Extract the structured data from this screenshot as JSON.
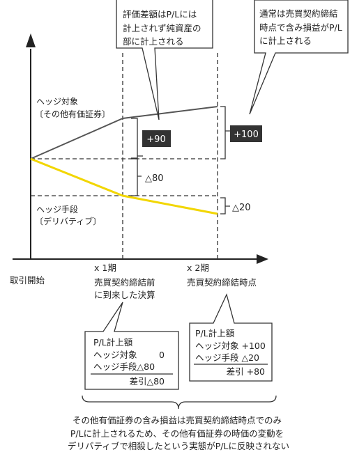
{
  "callouts": {
    "top_left": [
      "評価差額はP/Lには",
      "計上されず純資産の",
      "部に計上される"
    ],
    "top_right": [
      "通常は売買契約締結",
      "時点で含み損益がP/L",
      "に計上される"
    ]
  },
  "hedged_item": {
    "label_1": "ヘッジ対象",
    "label_2": "〔その他有価証券〕"
  },
  "hedging_instrument": {
    "label_1": "ヘッジ手段",
    "label_2": "〔デリバティブ〕"
  },
  "badges": {
    "plus90": "+90",
    "plus100": "+100"
  },
  "deltas": {
    "minus80": "△80",
    "minus20": "△20"
  },
  "axis": {
    "origin": "取引開始",
    "period1": "x 1期",
    "period1_desc_1": "売買契約締結前",
    "period1_desc_2": "に到来した決算",
    "period2": "x 2期",
    "period2_desc": "売買契約締結時点"
  },
  "pl_box_1": {
    "title": "P/L計上額",
    "row1_label": "ヘッジ対象",
    "row1_value": "0",
    "row2": "ヘッジ手段△80",
    "total": "差引△80"
  },
  "pl_box_2": {
    "title": "P/L計上額",
    "row1": "ヘッジ対象 +100",
    "row2": "ヘッジ手段 △20",
    "total": "差引 +80"
  },
  "footer": [
    "その他有価証券の含み損益は売買契約締結時点でのみ",
    "P/Lに計上されるため、その他有価証券の時価の変動を",
    "デリバティブで相殺したという実態がP/Lに反映されない"
  ],
  "colors": {
    "hedge_line": "#f2d600",
    "item_line": "#555555",
    "badge_bg": "#333333"
  }
}
